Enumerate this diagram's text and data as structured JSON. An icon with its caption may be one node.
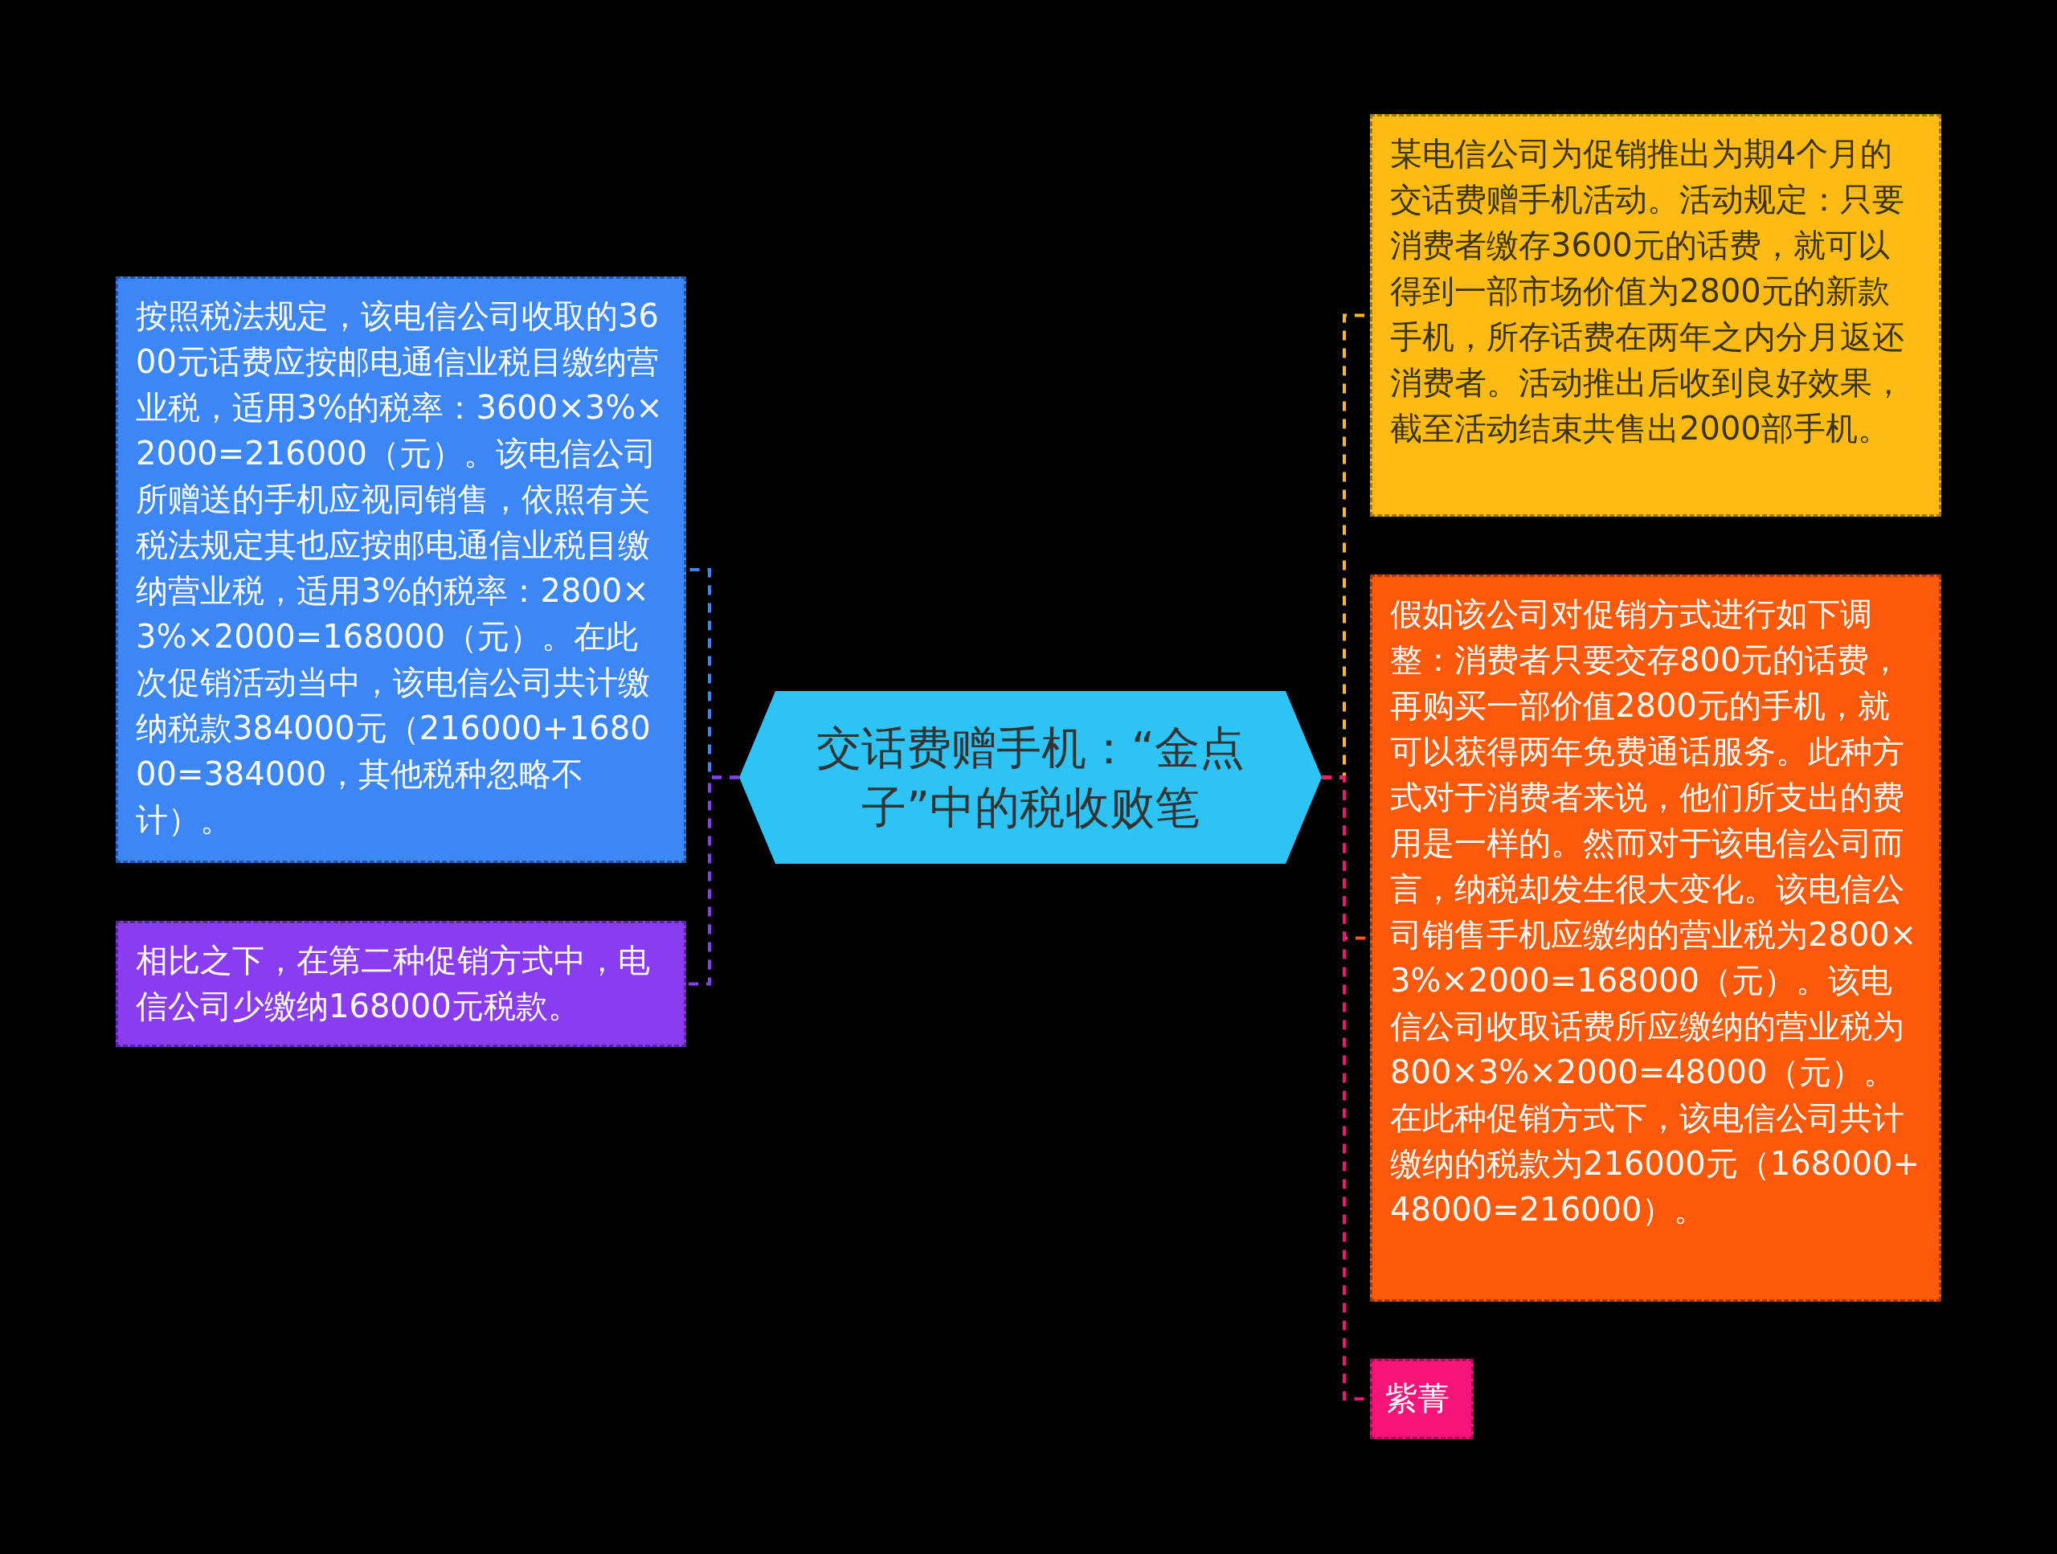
{
  "diagram": {
    "nodes": [
      {
        "text": [
          "交话费赠手机：“金点子”中的税收败笔"
        ]
      },
      {
        "text": [
          "按照税法规定，该电信公司收取的3600元话费应按邮电通信业税目缴纳营业税，适用3%的税率：3600×3%×2000=216000（元）。该电信公司所赠送的手机应视同销售，依照有关税法规定其也应按邮电通信业税目缴纳营业税，适用3%的税率：2800×3%×2000=168000（元）。在此次促销活动当中，该电信公司共计缴纳税款384000元（216000+168000=384000，其他税种忽略不计）。"
        ]
      },
      {
        "text": [
          "相比之下，在第二种促销方式中，电信公司少缴纳168000元税款。"
        ]
      },
      {
        "text": [
          "某电信公司为促销推出为期4个月的交话费赠手机活动。活动规定：只要消费者缴存3600元的话费，就可以得到一部市场价值为2800元的新款手机，所存话费在两年之内分月返还消费者。活动推出后收到良好效果，截至活动结束共售出2000部手机。"
        ]
      },
      {
        "text": [
          "假如该公司对促销方式进行如下调整：消费者只要交存800元的话费，再购买一部价值2800元的手机，就可以获得两年免费通话服务。此种方式对于消费者来说，他们所支出的费用是一样的。然而对于该电信公司而言，纳税却发生很大变化。该电信公司销售手机应缴纳的营业税为2800×3%×2000=168000（元）。该电信公司收取话费所应缴纳的营业税为800×3%×2000=48000（元）。在此种促销方式下，该电信公司共计缴纳的税款为216000元（168000+48000=216000）。"
        ]
      },
      {
        "text": [
          "紫菁"
        ]
      }
    ],
    "edges": [
      {
        "from": 0,
        "to": 1,
        "arrow": "none",
        "style": "dashed",
        "color": "#3d86f5"
      },
      {
        "from": 0,
        "to": 2,
        "arrow": "none",
        "style": "dashed",
        "color": "#8a3df0"
      },
      {
        "from": 0,
        "to": 3,
        "arrow": "none",
        "style": "dashed",
        "color": "#fdbb14"
      },
      {
        "from": 0,
        "to": 4,
        "arrow": "none",
        "style": "dashed",
        "color": "#fc5a0a"
      },
      {
        "from": 0,
        "to": 5,
        "arrow": "none",
        "style": "dashed",
        "color": "#f7147a"
      }
    ]
  }
}
